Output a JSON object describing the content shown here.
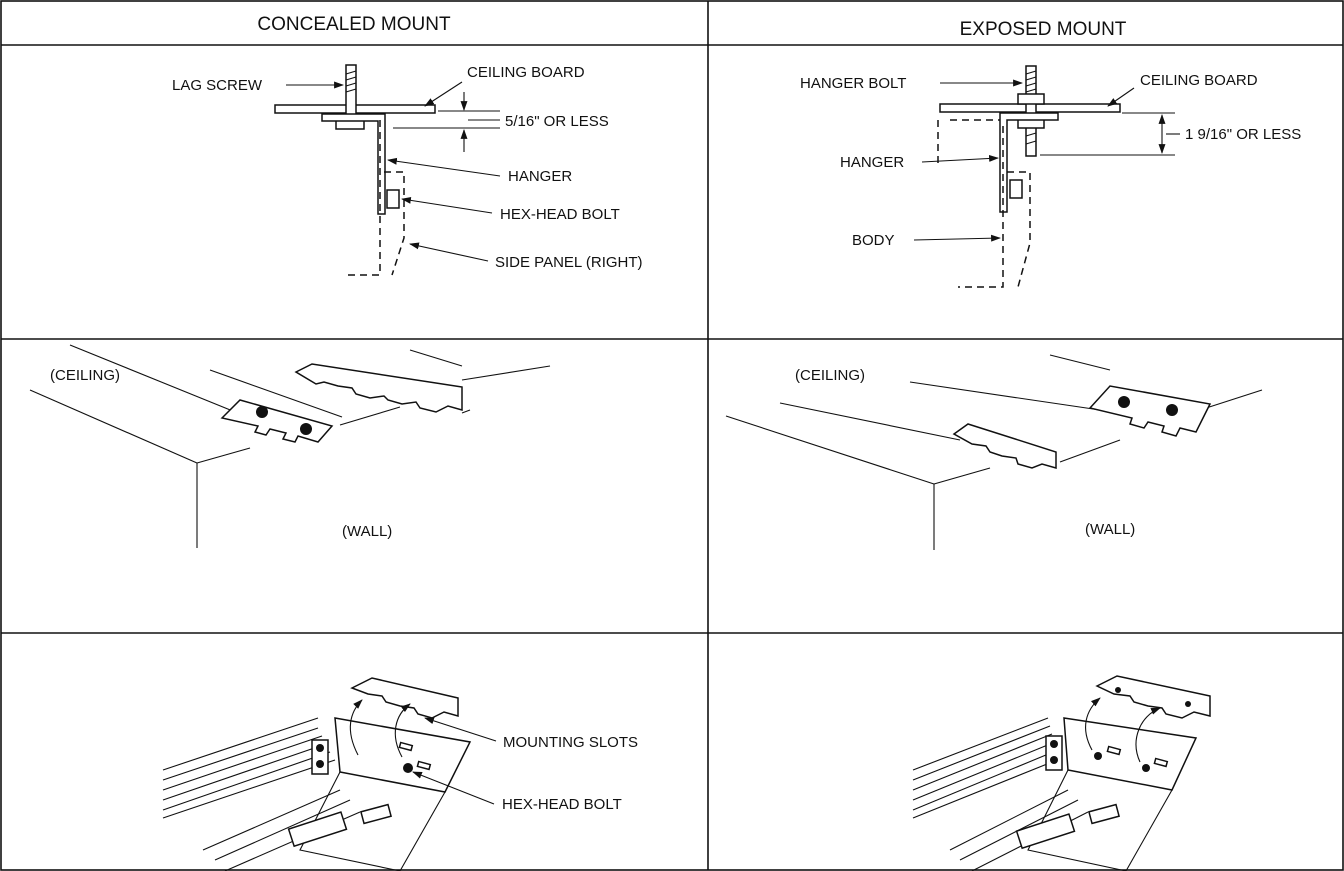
{
  "columns": {
    "concealed": "CONCEALED MOUNT",
    "exposed": "EXPOSED MOUNT"
  },
  "concealed_detail": {
    "lag_screw": "LAG SCREW",
    "ceiling_board": "CEILING BOARD",
    "gap": "5/16\" OR LESS",
    "hanger": "HANGER",
    "hex_head_bolt": "HEX-HEAD BOLT",
    "side_panel": "SIDE PANEL (RIGHT)"
  },
  "exposed_detail": {
    "hanger_bolt": "HANGER BOLT",
    "ceiling_board": "CEILING BOARD",
    "gap": "1 9/16\" OR LESS",
    "hanger": "HANGER",
    "body": "BODY"
  },
  "install_concealed": {
    "ceiling": "(CEILING)",
    "wall": "(WALL)"
  },
  "install_exposed": {
    "ceiling": "(CEILING)",
    "wall": "(WALL)"
  },
  "attach_concealed": {
    "mounting_slots": "MOUNTING SLOTS",
    "hex_head_bolt": "HEX-HEAD BOLT"
  },
  "icons": {
    "arrow": "arrowhead-icon",
    "bolt": "bolt-icon"
  }
}
